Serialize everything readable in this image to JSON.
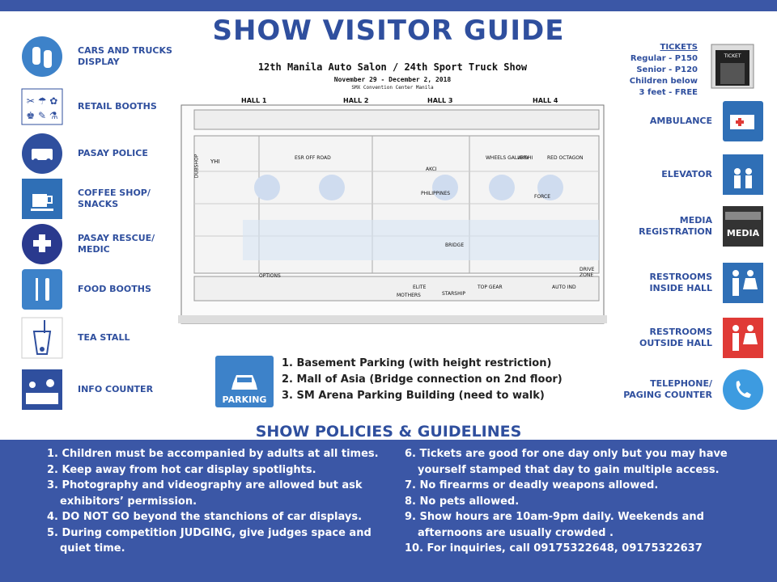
{
  "header": {
    "title": "SHOW VISITOR GUIDE"
  },
  "map": {
    "title": "12th Manila Auto Salon / 24th Sport Truck Show",
    "dates": "November 29 - December 2, 2018",
    "venue": "SMX Convention Center Manila",
    "halls": [
      "HALL 1",
      "HALL 2",
      "HALL 3",
      "HALL 4"
    ],
    "booths": [
      "YHI",
      "ESR OFF ROAD",
      "DUBSHOP",
      "ELITE",
      "AKCI",
      "PHILIPPINES",
      "BRIDGE",
      "WHEELS GALLERY",
      "AKSHI",
      "FORCE",
      "RED OCTAGON",
      "MOTHERS",
      "TOP GEAR",
      "AUTO IND",
      "DRIVE ZONE",
      "OPTIONS",
      "STARSHIP"
    ]
  },
  "legend_left": [
    {
      "label": "CARS AND TRUCKS DISPLAY",
      "icon": "cars-icon"
    },
    {
      "label": "RETAIL BOOTHS",
      "icon": "retail-icon"
    },
    {
      "label": "PASAY POLICE",
      "icon": "police-icon"
    },
    {
      "label": "COFFEE SHOP/ SNACKS",
      "icon": "coffee-icon"
    },
    {
      "label": "PASAY RESCUE/ MEDIC",
      "icon": "medic-icon"
    },
    {
      "label": "FOOD BOOTHS",
      "icon": "food-icon"
    },
    {
      "label": "TEA STALL",
      "icon": "tea-icon"
    },
    {
      "label": "INFO COUNTER",
      "icon": "info-icon"
    }
  ],
  "tickets": {
    "heading": "TICKETS",
    "lines": [
      "Regular - P150",
      "Senior - P120",
      "Children below",
      "3 feet - FREE"
    ]
  },
  "legend_right": [
    {
      "label": "AMBULANCE",
      "icon": "ambulance-icon"
    },
    {
      "label": "ELEVATOR",
      "icon": "elevator-icon"
    },
    {
      "label": "MEDIA REGISTRATION",
      "icon": "media-icon",
      "icon_text": "MEDIA"
    },
    {
      "label": "RESTROOMS INSIDE HALL",
      "icon": "restroom-inside-icon"
    },
    {
      "label": "RESTROOMS OUTSIDE HALL",
      "icon": "restroom-outside-icon"
    },
    {
      "label": "TELEPHONE/ PAGING COUNTER",
      "icon": "telephone-icon"
    }
  ],
  "ticket_icon_text": "TICKET",
  "parking": {
    "label": "PARKING",
    "items": [
      "1. Basement Parking (with height restriction)",
      "2. Mall of Asia (Bridge connection on 2nd floor)",
      "3. SM Arena Parking Building (need to walk)"
    ]
  },
  "policies": {
    "title": "SHOW POLICIES & GUIDELINES",
    "left": [
      "1. Children must be accompanied by adults at all times.",
      "2. Keep away from hot car display spotlights.",
      "3. Photography and videography are allowed but ask exhibitors’ permission.",
      "4. DO NOT GO beyond the stanchions of car displays.",
      "5. During competition JUDGING, give judges space and quiet time."
    ],
    "right": [
      "6.  Tickets are good for one day only but you may have yourself stamped that day to gain multiple access.",
      "7.  No firearms or deadly weapons allowed.",
      "8.  No pets allowed.",
      "9.  Show hours are 10am-9pm daily. Weekends and afternoons are usually  crowded .",
      "10. For inquiries, call 09175322648, 09175322637"
    ]
  },
  "colors": {
    "brand_blue": "#3b57a6",
    "accent_blue": "#3d82c9",
    "red": "#e03a36"
  }
}
